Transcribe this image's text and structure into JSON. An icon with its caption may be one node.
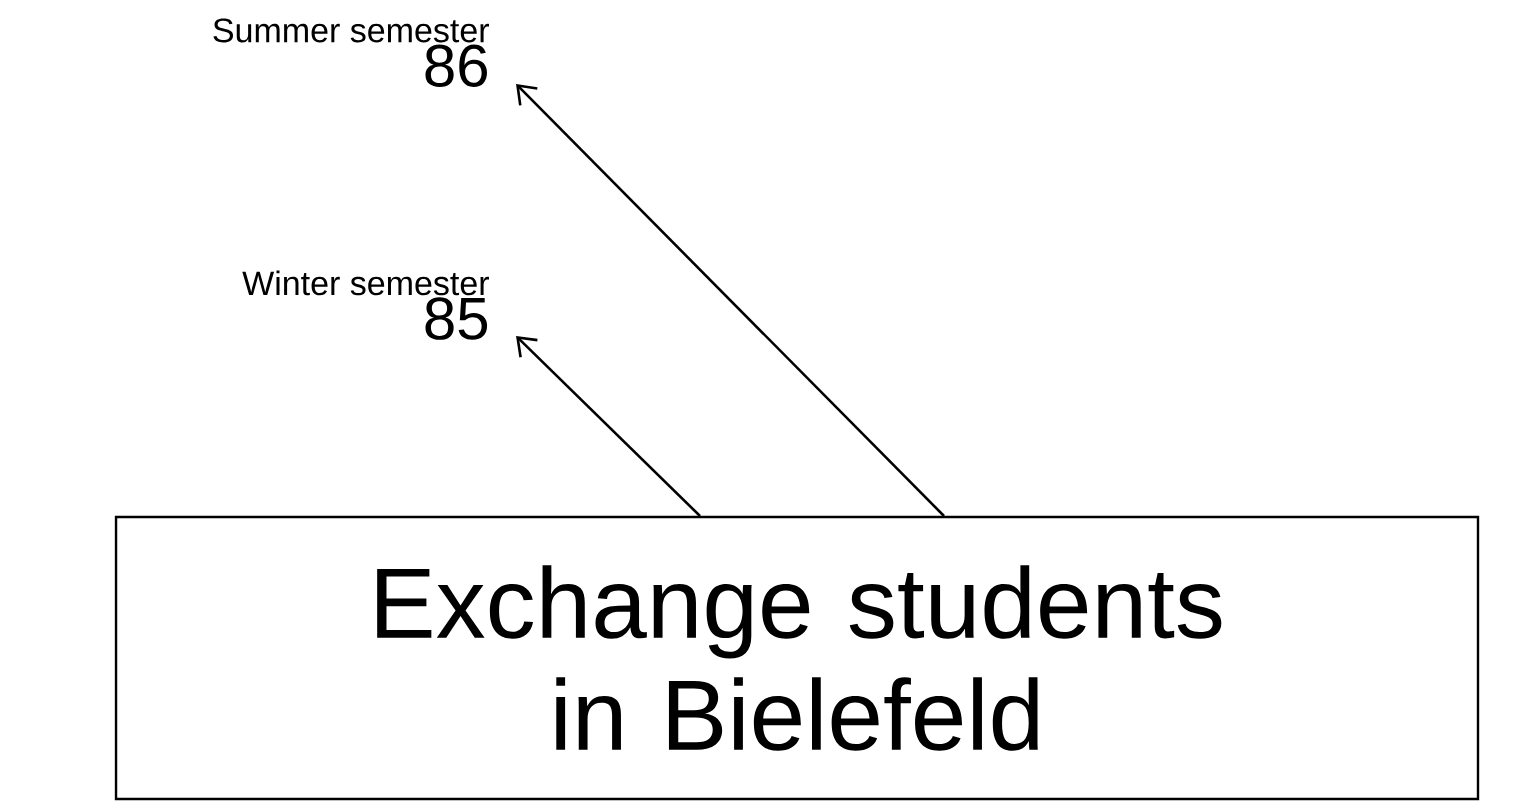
{
  "diagram": {
    "nodes": [
      {
        "text": [
          "Exchange students in Bielefeld"
        ]
      },
      {
        "text": [
          "Summer semester",
          "86"
        ]
      },
      {
        "text": [
          "Winter semester",
          "85"
        ]
      }
    ],
    "edges": [
      {
        "from": 0,
        "to": 1,
        "arrow": "to"
      },
      {
        "from": 0,
        "to": 2,
        "arrow": "to"
      }
    ]
  }
}
